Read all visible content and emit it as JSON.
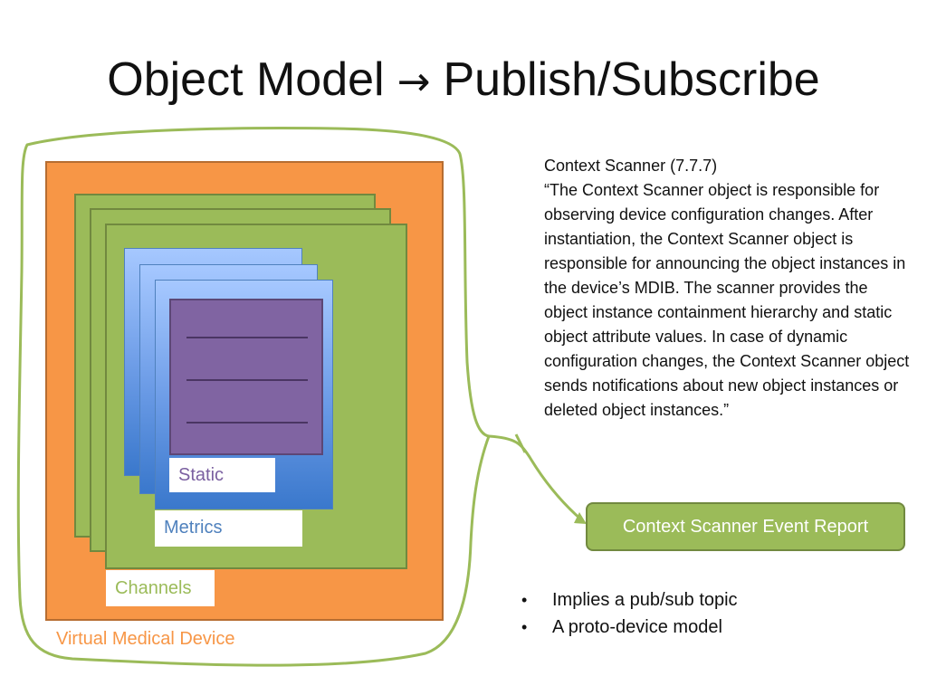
{
  "title": {
    "left": "Object Model",
    "arrow": "→",
    "right": "Publish/Subscribe"
  },
  "diagram": {
    "static_label": "Static",
    "metrics_label": "Metrics",
    "channels_label": "Channels",
    "device_label": "Virtual Medical Device"
  },
  "context": {
    "heading": "Context Scanner (7.7.7)",
    "quote": "“The Context Scanner object is responsible for observing device configuration changes. After instantiation, the Context Scanner object is responsible for announcing the object instances in the device’s MDIB. The scanner provides the object instance containment hierarchy and static object attribute values. In case of dynamic configuration changes, the Context Scanner object sends notifications about new object instances or deleted object instances.”"
  },
  "event_report": {
    "label": "Context Scanner Event Report"
  },
  "bullets": [
    "Implies a pub/sub topic",
    "A proto-device model"
  ],
  "colors": {
    "device_orange": "#f79646",
    "channel_green": "#9bbb59",
    "metric_blue": "#4f81bd",
    "static_purple": "#8064a2",
    "outline_green": "#9bbb59"
  }
}
